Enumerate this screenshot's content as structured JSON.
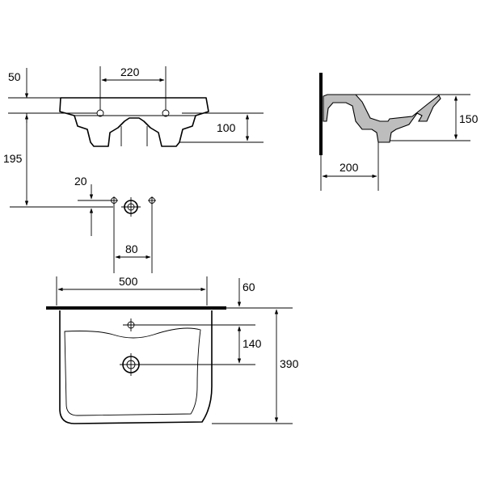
{
  "dimensions": {
    "top_tap_hole_spacing": "220",
    "top_rim_offset": "50",
    "top_depth": "100",
    "overall_height": "195",
    "side_height": "150",
    "side_depth": "200",
    "fixing_offset": "20",
    "fixing_spacing": "80",
    "width": "500",
    "wall_gap": "60",
    "tap_to_waste": "140",
    "length": "390"
  }
}
